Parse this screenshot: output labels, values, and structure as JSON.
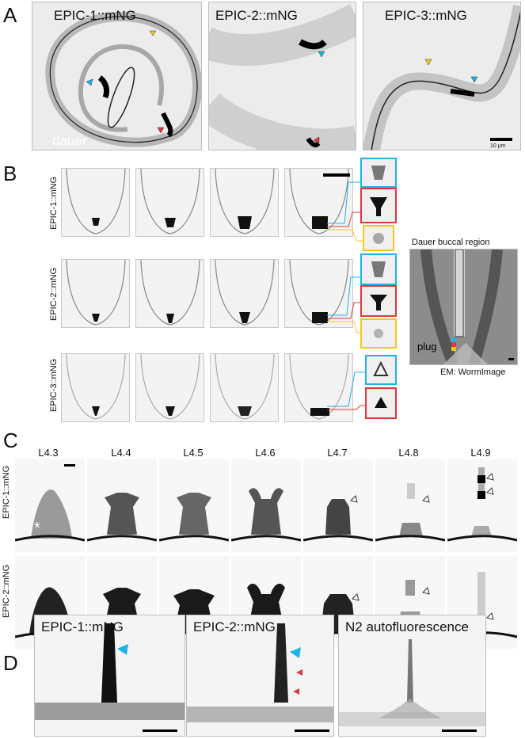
{
  "panels": {
    "A": {
      "letter": "A",
      "titles": [
        "EPIC-1::mNG",
        "EPIC-2::mNG",
        "EPIC-3::mNG"
      ],
      "stage_label": "dauer",
      "scalebar_label": "10 µm"
    },
    "B": {
      "letter": "B",
      "row_labels": [
        "EPIC-1::mNG",
        "EPIC-2::mNG",
        "EPIC-3::mNG"
      ],
      "em_title": "Dauer buccal region",
      "plug_label": "plug",
      "em_credit": "EM: WormImage"
    },
    "C": {
      "letter": "C",
      "stages": [
        "L4.3",
        "L4.4",
        "L4.5",
        "L4.6",
        "L4.7",
        "L4.8",
        "L4.9"
      ],
      "row_labels": [
        "EPIC-1::mNG",
        "EPIC-2::mNG"
      ],
      "asterisk": "*"
    },
    "D": {
      "letter": "D",
      "titles": [
        "EPIC-1::mNG",
        "EPIC-2::mNG",
        "N2 autofluorescence"
      ]
    }
  },
  "colors": {
    "cyan": "#1fb3e6",
    "red": "#e0383a",
    "yellow": "#f2c81f",
    "frame": "#bdbdbd"
  }
}
